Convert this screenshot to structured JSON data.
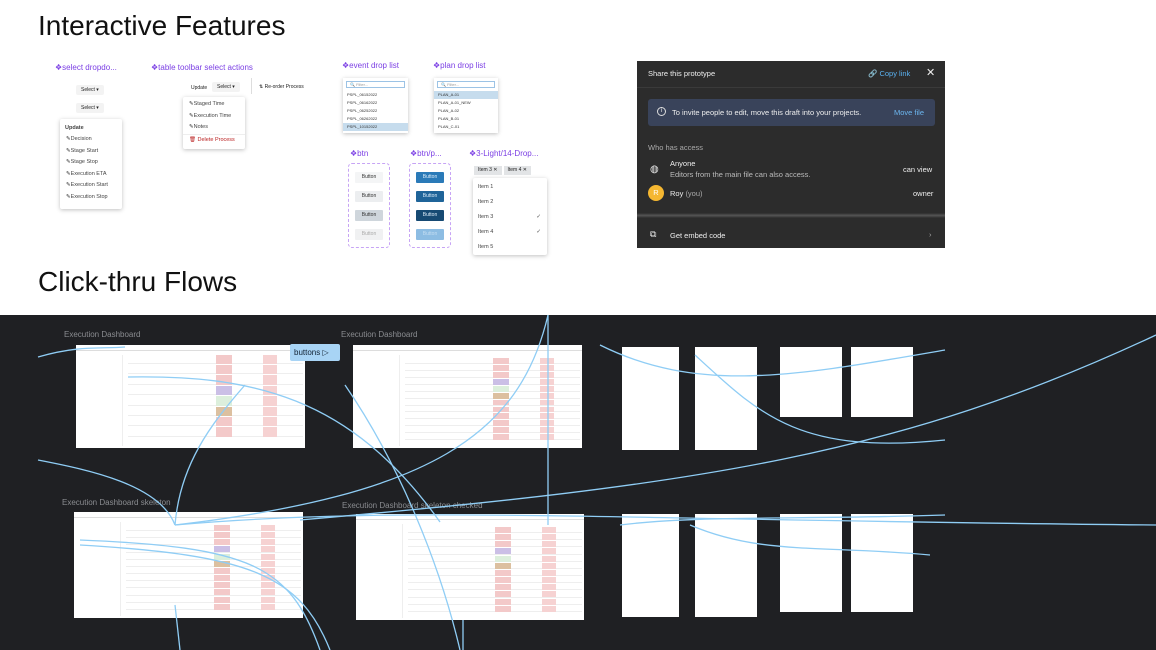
{
  "sections": {
    "interactive": "Interactive Features",
    "flows": "Click-thru Flows"
  },
  "select_dropdown": {
    "label": "select dropdo...",
    "select1": "Select",
    "select2": "Select",
    "menu_header": "Update",
    "items": [
      "Decision",
      "Stage Start",
      "Stage Stop",
      "Execution ETA",
      "Execution Start",
      "Execution Stop"
    ]
  },
  "toolbar_select": {
    "label": "table toolbar select actions",
    "update": "Update",
    "select": "Select",
    "reorder": "Re-order Process",
    "items": [
      "Staged Time",
      "Execution Time",
      "Notes"
    ],
    "delete": "Delete Process"
  },
  "event_drop": {
    "label": "event drop list",
    "placeholder": "Filter...",
    "items": [
      "PSPL_06152022",
      "PSPL_06162022",
      "PSPL_06252022",
      "PSPL_06262022",
      "PSPL_10152022"
    ],
    "selected": 4
  },
  "plan_drop": {
    "label": "plan drop list",
    "placeholder": "Filter...",
    "items": [
      "PLAN_A-01",
      "PLAN_A-01_NEW",
      "PLAN_A-02",
      "PLAN_B-01",
      "PLAN_C-01"
    ],
    "selected": 0
  },
  "btn": {
    "label": "btn",
    "buttons": [
      "Button",
      "Button",
      "Button",
      "Button"
    ]
  },
  "btn_primary": {
    "label": "btn/p...",
    "buttons": [
      "Button",
      "Button",
      "Button",
      "Button"
    ]
  },
  "multi_drop": {
    "label": "3-Light/14-Drop...",
    "chips": [
      "Item 3",
      "Item 4"
    ],
    "items": [
      "Item 1",
      "Item 2",
      "Item 3",
      "Item 4",
      "Item 5"
    ],
    "checked": [
      2,
      3
    ]
  },
  "share": {
    "title": "Share this prototype",
    "copy_link": "Copy link",
    "info": "To invite people to edit, move this draft into your projects.",
    "move_file": "Move file",
    "who": "Who has access",
    "anyone": "Anyone",
    "anyone_sub": "Editors from the main file can also access.",
    "anyone_role": "can view",
    "user_initial": "R",
    "user": "Roy",
    "you": "(you)",
    "user_role": "owner",
    "embed": "Get embed code",
    "avatar_color": "#f5b731"
  },
  "flows": {
    "frames": [
      "Execution Dashboard",
      "Execution Dashboard",
      "Execution Dashboard skeleton",
      "Execution Dashboard skeleton checked"
    ],
    "tag": "buttons",
    "connector_color": "#8fcdf5"
  }
}
